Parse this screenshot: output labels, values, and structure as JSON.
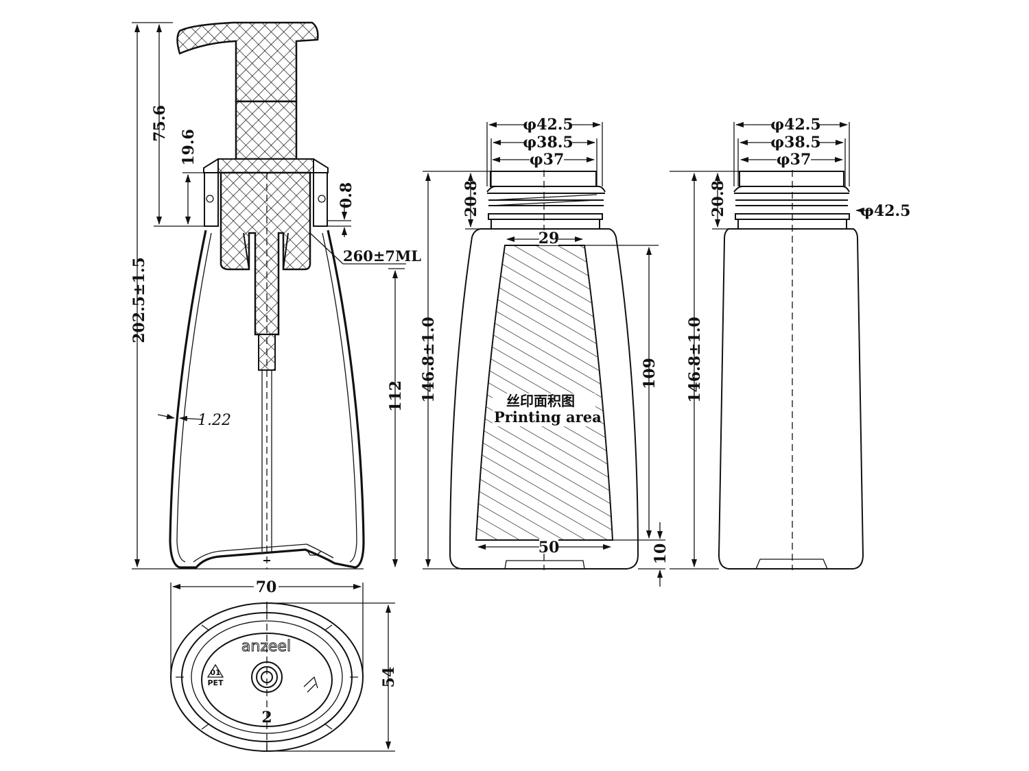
{
  "dimensions": {
    "overall_height": "202.5±1.5",
    "pump_height": "75.6",
    "collar_height": "19.6",
    "collar_gap": "0.8",
    "volume": "260±7ML",
    "tube_length": "112",
    "wall_thickness": "1.22",
    "outer_diameter": "φ42.5",
    "thread_diameter": "φ38.5",
    "inner_diameter": "φ37",
    "neck_height": "20.8",
    "bottle_height": "146.8±1.0",
    "print_top_width": "29",
    "print_bottom_width": "50",
    "print_height": "109",
    "print_bottom_offset": "10",
    "side_neck_diameter": "φ42.5",
    "base_width": "70",
    "base_depth": "54"
  },
  "labels": {
    "printing_area_cn": "丝印面积图",
    "printing_area_en": "Printing area",
    "brand": "anzeel",
    "material": "PET",
    "recycle_code": "01",
    "cavity": "2"
  }
}
